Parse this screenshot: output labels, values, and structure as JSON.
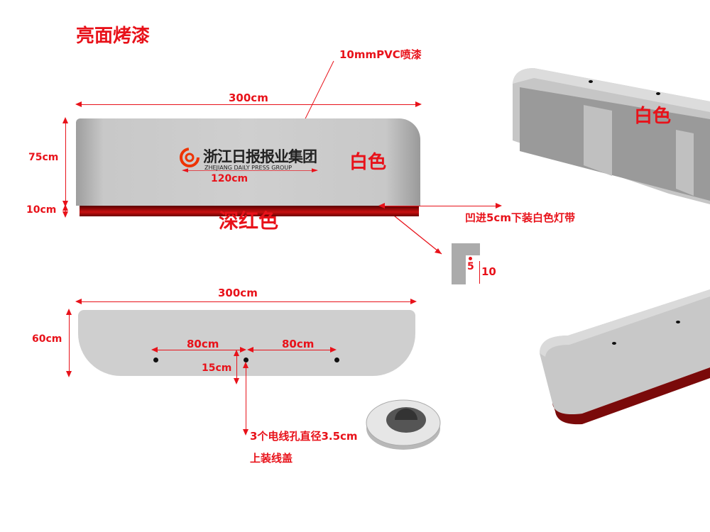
{
  "title": "亮面烤漆",
  "material_note": "10mmPVC喷漆",
  "front_view": {
    "width_label": "300cm",
    "height_label": "75cm",
    "base_height_label": "10cm",
    "logo_width_label": "120cm",
    "body_color_label": "白色",
    "base_color_label": "深红色"
  },
  "logo": {
    "cn": "浙江日报报业集团",
    "en": "ZHEJIANG DAILY PRESS GROUP"
  },
  "light_strip_note": "凹进5cm下装白色灯带",
  "profile_detail": {
    "recess_label": "5",
    "height_label": "10"
  },
  "top_view": {
    "width_label": "300cm",
    "depth_label": "60cm",
    "spacing_left_label": "80cm",
    "spacing_right_label": "80cm",
    "offset_label": "15cm",
    "holes_note": "3个电线孔直径3.5cm",
    "holes_note2": "上装线盖"
  },
  "render_color_label": "白色",
  "colors": {
    "accent": "#e8121a",
    "base": "#8b0000",
    "body": "#cfcfcf"
  }
}
